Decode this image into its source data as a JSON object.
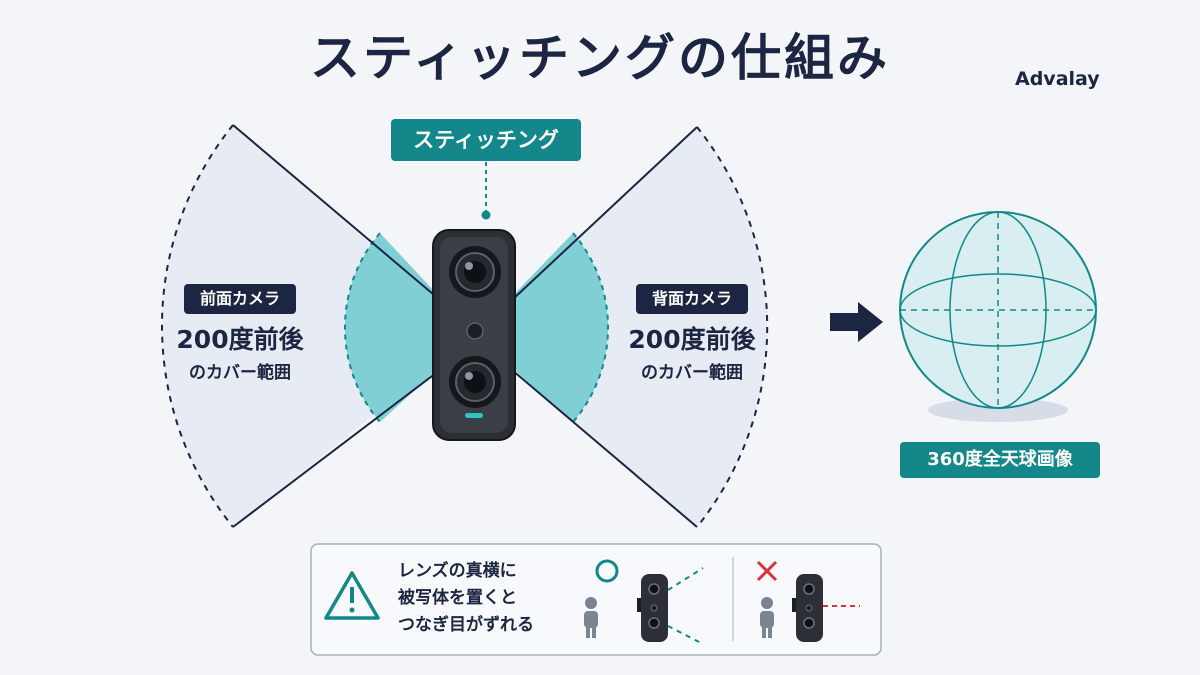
{
  "title": "スティッチングの仕組み",
  "brand": "Advalay",
  "stitch_label": "スティッチング",
  "front": {
    "label": "前面カメラ",
    "coverage": "200度前後",
    "coverage_sub": "のカバー範囲"
  },
  "back": {
    "label": "背面カメラ",
    "coverage": "200度前後",
    "coverage_sub": "のカバー範囲"
  },
  "result_label": "360度全天球画像",
  "warning": {
    "lines": [
      "レンズの真横に",
      "被写体を置くと",
      "つなぎ目がずれる"
    ]
  },
  "colors": {
    "navy": "#1c2541",
    "teal": "#13878a",
    "overlap": "#7fcfd4",
    "fov": "#e6ebf4",
    "bad": "#d9333f"
  }
}
